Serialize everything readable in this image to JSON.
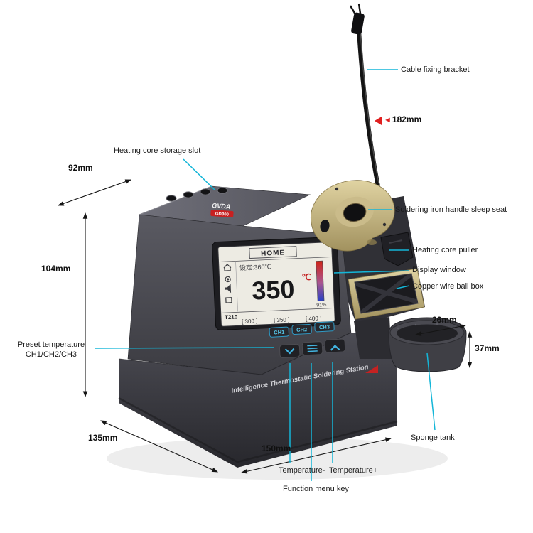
{
  "figure": {
    "type": "annotated-product-diagram",
    "subject": "Intelligence Thermostatic Soldering Station"
  },
  "device": {
    "brand": "GVDA",
    "model_badge": "GD300",
    "slogan": "Intelligence Thermostatic Soldering Station",
    "screen": {
      "title": "HOME",
      "set_temp_label": "设定:360℃",
      "current_temp": "350",
      "temp_unit": "℃",
      "power_level": "91%",
      "handle_model": "T210",
      "presets": [
        "[ 300 ]",
        "[ 350 ]",
        "[ 400 ]"
      ]
    },
    "channel_buttons": [
      "CH1",
      "CH2",
      "CH3"
    ]
  },
  "annotations": {
    "cable_fixing_bracket": "Cable fixing bracket",
    "heating_core_storage_slot": "Heating core storage slot",
    "soldering_iron_handle_sleep_seat": "Soldering iron handle sleep seat",
    "heating_core_puller": "Heating core puller",
    "display_window": "Display window",
    "copper_wire_ball_box": "Copper wire ball box",
    "preset_temperature_line1": "Preset temperature",
    "preset_temperature_line2": "CH1/CH2/CH3",
    "sponge_tank": "Sponge tank",
    "temperature_minus": "Temperature-",
    "temperature_plus": "Temperature+",
    "function_menu_key": "Function menu key"
  },
  "dimensions": {
    "cable": "182mm",
    "top_width": "92mm",
    "height": "104mm",
    "depth": "135mm",
    "width": "150mm",
    "tank_width": "26mm",
    "tank_height": "37mm"
  },
  "colors": {
    "leader_line": "#14b6d8",
    "red_marker": "#e02020",
    "accent_blue": "#45c0ea"
  }
}
